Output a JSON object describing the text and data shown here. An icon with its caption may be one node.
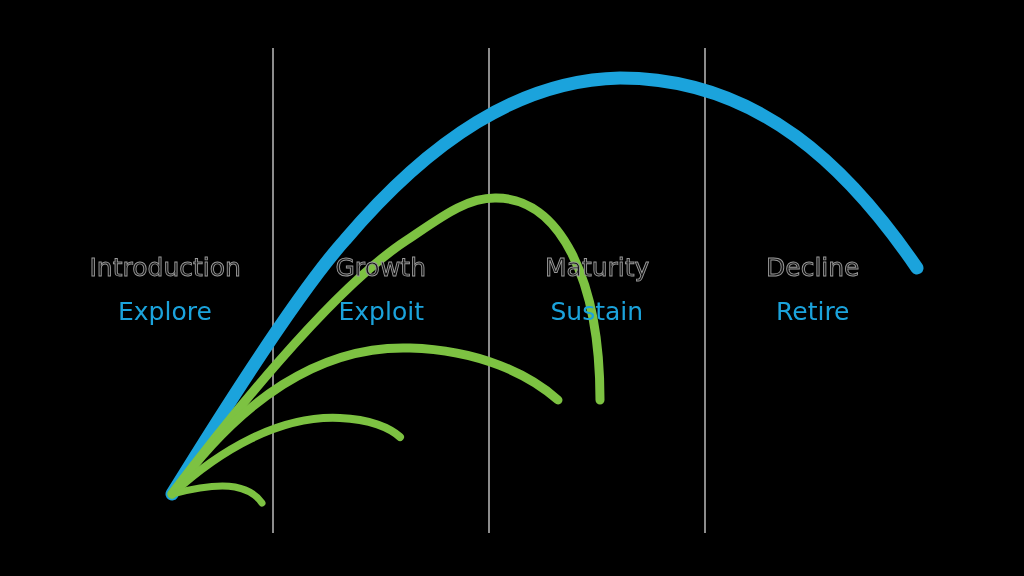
{
  "diagram": {
    "labels": [
      "Introduction",
      "Explore",
      "Growth",
      "Exploit",
      "Maturity",
      "Sustain",
      "Decline",
      "Retire"
    ]
  }
}
